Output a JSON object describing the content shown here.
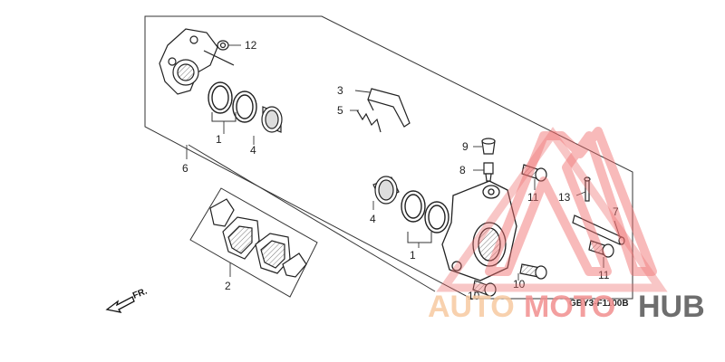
{
  "diagram": {
    "figure_code": "GBY3-F1100B",
    "direction_label": "FR.",
    "callouts": [
      "1",
      "1",
      "2",
      "3",
      "4",
      "4",
      "5",
      "6",
      "7",
      "8",
      "9",
      "10",
      "10",
      "11",
      "11",
      "12",
      "13"
    ]
  },
  "watermark": {
    "text_a": "AUTO",
    "text_b": "MOTO",
    "text_c": "HUB",
    "color_a": "#f7c9a0",
    "color_b": "#f28f8f",
    "color_c": "#555555",
    "triangle_color": "#ee6b6b"
  }
}
